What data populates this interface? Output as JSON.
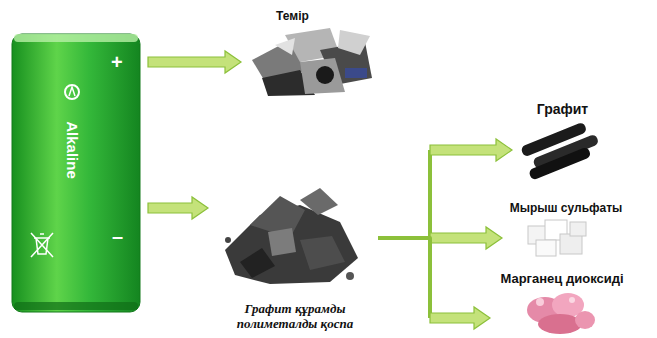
{
  "diagram": {
    "nodes": [
      {
        "text": [
          "Alkaline"
        ]
      },
      {
        "text": [
          "Темір"
        ]
      },
      {
        "text": [
          "Графит құрамды полиметалды қоспа"
        ]
      },
      {
        "text": [
          "Графит"
        ]
      },
      {
        "text": [
          "Мырыш сульфаты"
        ]
      },
      {
        "text": [
          "Марганец диоксиді"
        ]
      }
    ],
    "edges": [
      {
        "from": 0,
        "to": 1,
        "arrow": "to"
      },
      {
        "from": 0,
        "to": 2,
        "arrow": "to"
      },
      {
        "from": 2,
        "to": 3,
        "arrow": "to"
      },
      {
        "from": 2,
        "to": 4,
        "arrow": "to"
      },
      {
        "from": 2,
        "to": 5,
        "arrow": "to"
      }
    ],
    "labels": [
      "+",
      "–"
    ]
  }
}
